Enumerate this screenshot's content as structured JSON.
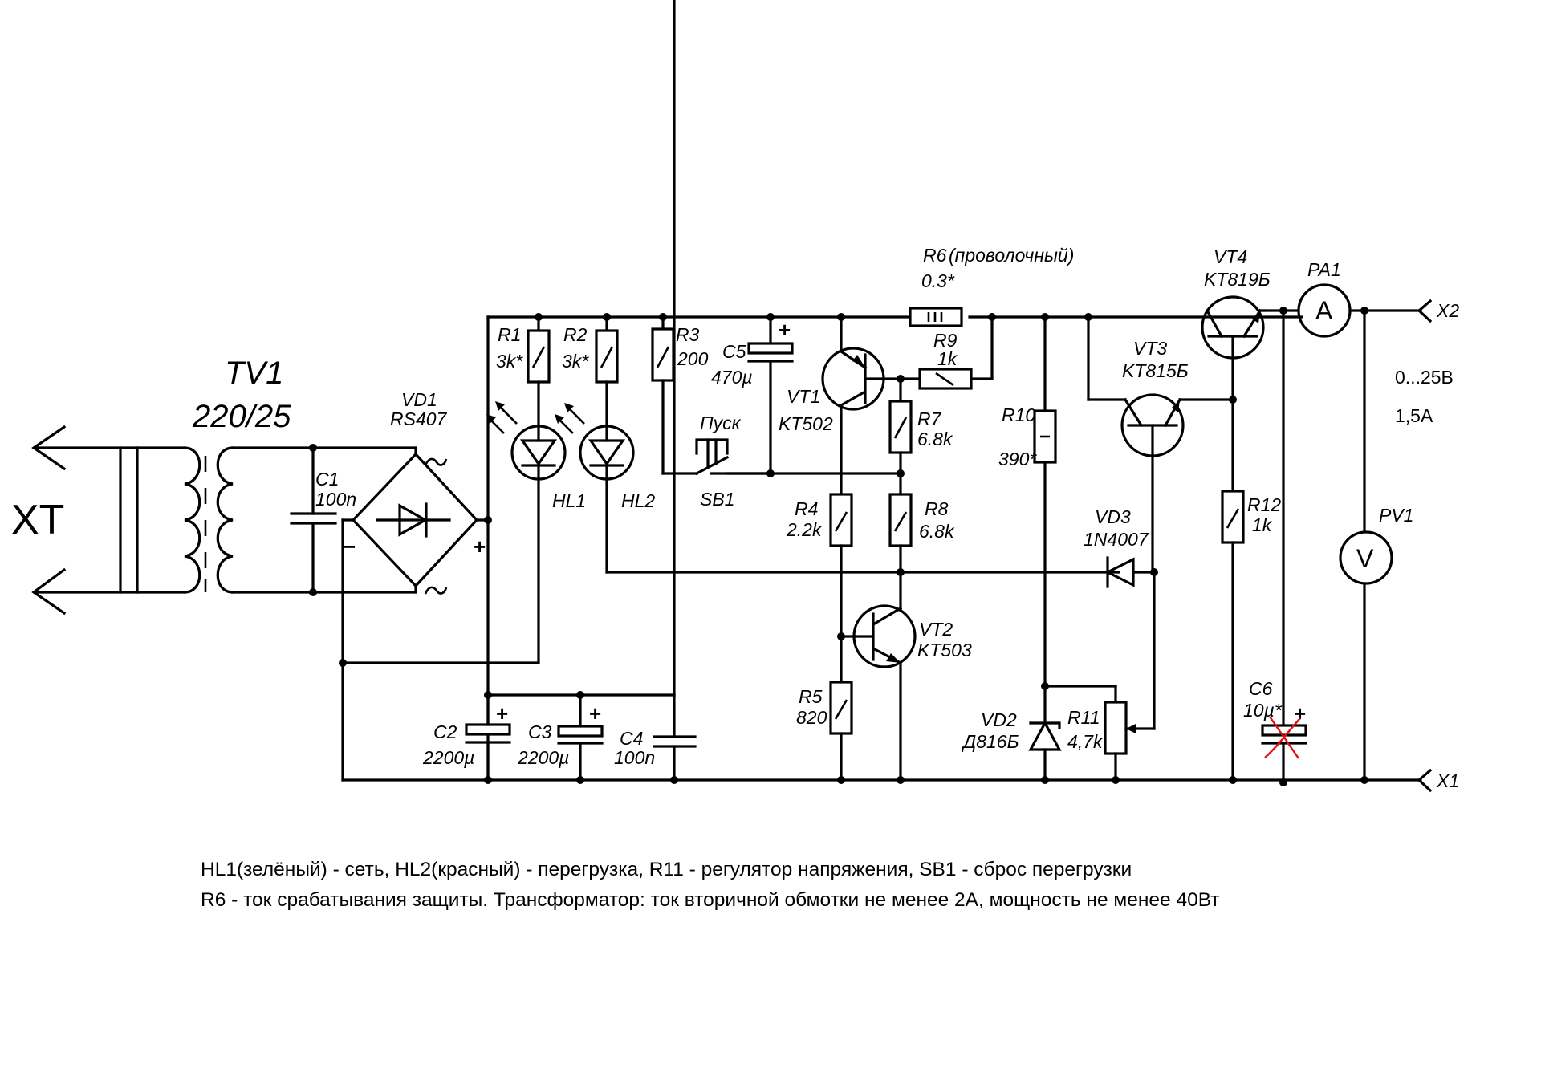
{
  "connector_in": {
    "label": "XT"
  },
  "transformer": {
    "ref": "TV1",
    "value": "220/25"
  },
  "bridge": {
    "ref": "VD1",
    "value": "RS407",
    "ac_symbol": "~",
    "minus": "−",
    "plus": "+"
  },
  "components": {
    "C1": {
      "ref": "C1",
      "value": "100n"
    },
    "C2": {
      "ref": "C2",
      "value": "2200µ",
      "polarity": "+"
    },
    "C3": {
      "ref": "C3",
      "value": "2200µ",
      "polarity": "+"
    },
    "C4": {
      "ref": "C4",
      "value": "100n"
    },
    "C5": {
      "ref": "C5",
      "value": "470µ",
      "polarity": "+"
    },
    "C6": {
      "ref": "C6",
      "value": "10µ*",
      "polarity": "+",
      "crossed_out": true,
      "cross_color": "#e01010"
    },
    "R1": {
      "ref": "R1",
      "value": "3k*"
    },
    "R2": {
      "ref": "R2",
      "value": "3k*"
    },
    "R3": {
      "ref": "R3",
      "value": "200"
    },
    "R4": {
      "ref": "R4",
      "value": "2.2k"
    },
    "R5": {
      "ref": "R5",
      "value": "820"
    },
    "R6": {
      "ref": "R6",
      "note": "(проволочный)",
      "value": "0.3*",
      "marking": "III"
    },
    "R7": {
      "ref": "R7",
      "value": "6.8k"
    },
    "R8": {
      "ref": "R8",
      "value": "6.8k"
    },
    "R9": {
      "ref": "R9",
      "value": "1k"
    },
    "R10": {
      "ref": "R10",
      "value": "390*"
    },
    "R11": {
      "ref": "R11",
      "value": "4,7k"
    },
    "R12": {
      "ref": "R12",
      "value": "1k"
    },
    "HL1": {
      "ref": "HL1"
    },
    "HL2": {
      "ref": "HL2"
    },
    "SB1": {
      "ref": "SB1",
      "label": "Пуск"
    },
    "VT1": {
      "ref": "VT1",
      "value": "KT502"
    },
    "VT2": {
      "ref": "VT2",
      "value": "KT503"
    },
    "VT3": {
      "ref": "VT3",
      "value": "KT815Б"
    },
    "VT4": {
      "ref": "VT4",
      "value": "KT819Б"
    },
    "VD2": {
      "ref": "VD2",
      "value": "Д816Б"
    },
    "VD3": {
      "ref": "VD3",
      "value": "1N4007"
    },
    "PA1": {
      "ref": "PA1",
      "symbol": "A"
    },
    "PV1": {
      "ref": "PV1",
      "symbol": "V"
    }
  },
  "outputs": {
    "X1": "X1",
    "X2": "X2",
    "voltage_range": "0...25В",
    "current": "1,5А"
  },
  "notes": [
    "HL1(зелёный) - сеть, HL2(красный) - перегрузка, R11 - регулятор напряжения, SB1 - сброс перегрузки",
    "R6 - ток срабатывания защиты. Трансформатор: ток вторичной обмотки не менее 2А, мощность не менее 40Вт"
  ]
}
